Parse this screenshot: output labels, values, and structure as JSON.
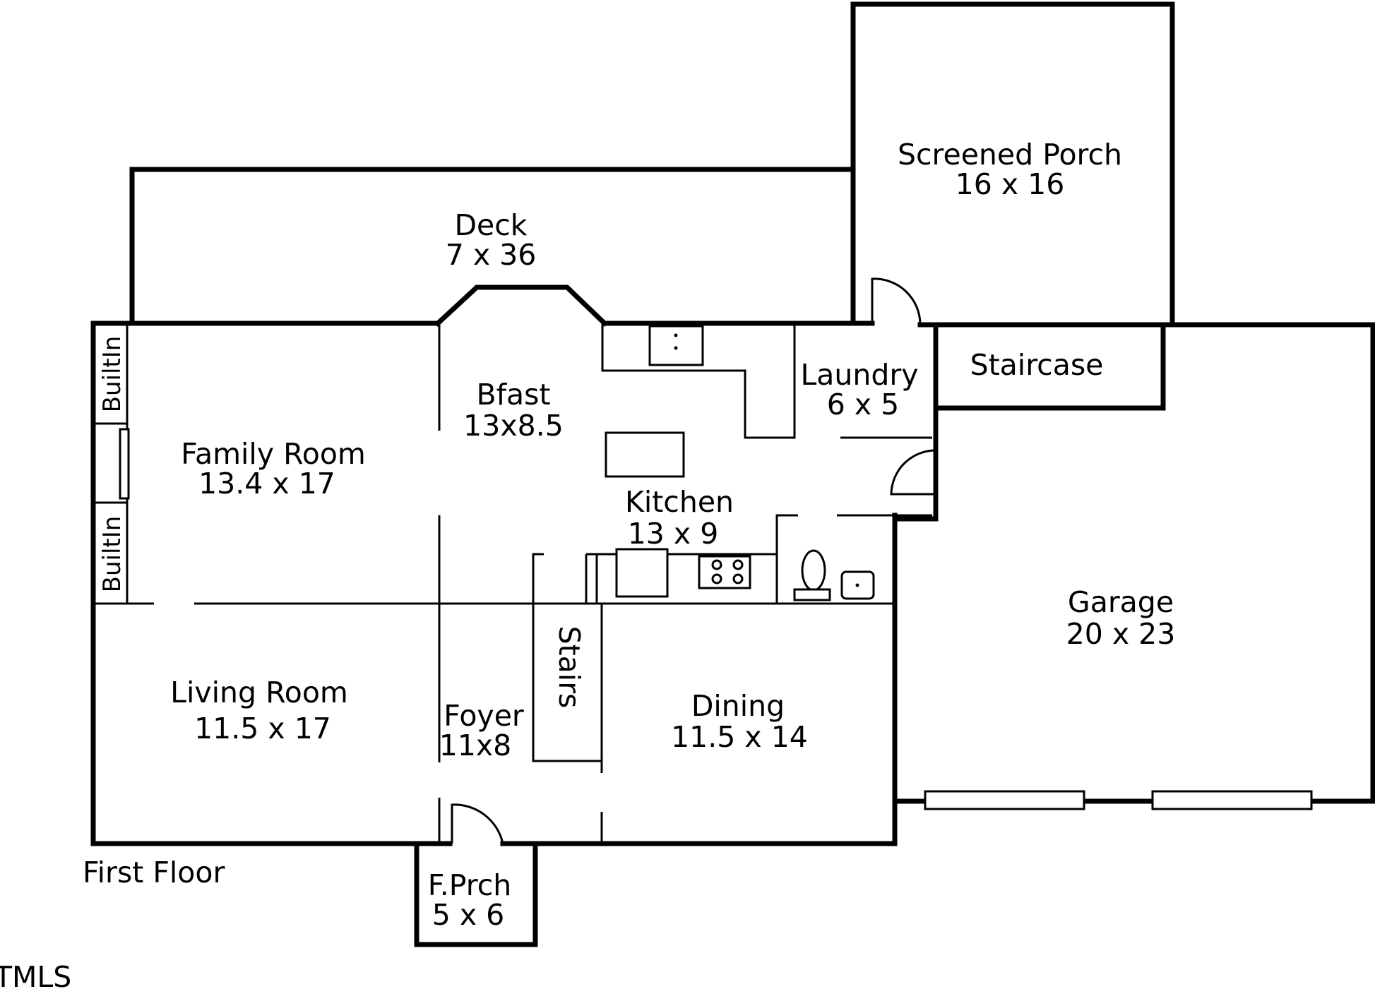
{
  "plan": {
    "title": "First Floor",
    "watermark": "TMLS",
    "rooms": {
      "screened_porch": {
        "name": "Screened Porch",
        "size": "16 x 16"
      },
      "deck": {
        "name": "Deck",
        "size": "7 x 36"
      },
      "family_room": {
        "name": "Family Room",
        "size": "13.4 x 17"
      },
      "bfast": {
        "name": "Bfast",
        "size": "13x8.5"
      },
      "laundry": {
        "name": "Laundry",
        "size": "6 x 5"
      },
      "staircase": {
        "name": "Staircase"
      },
      "kitchen": {
        "name": "Kitchen",
        "size": "13 x 9"
      },
      "garage": {
        "name": "Garage",
        "size": "20 x 23"
      },
      "living_room": {
        "name": "Living Room",
        "size": "11.5 x 17"
      },
      "foyer": {
        "name": "Foyer",
        "size": "11x8"
      },
      "stairs": {
        "name": "Stairs"
      },
      "dining": {
        "name": "Dining",
        "size": "11.5 x 14"
      },
      "front_porch": {
        "name": "F.Prch",
        "size": "5 x 6"
      }
    },
    "builtins": [
      "BuiltIn",
      "BuiltIn"
    ]
  }
}
